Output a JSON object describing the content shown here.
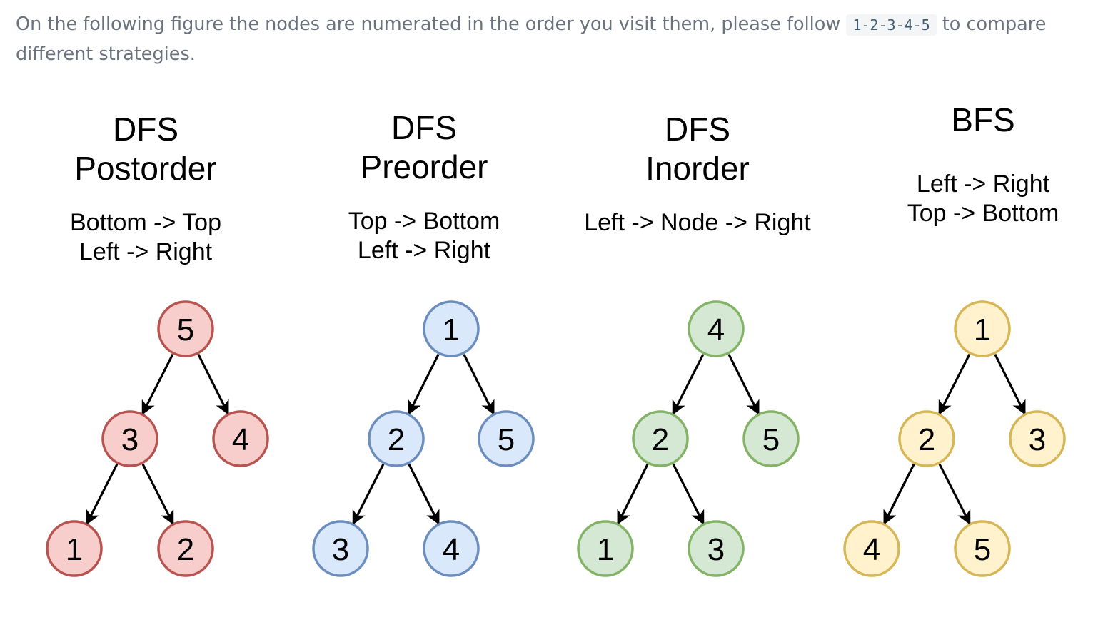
{
  "intro": {
    "before": "On the following figure the nodes are numerated in the order you visit them, please follow ",
    "code": "1-2-3-4-5",
    "after": " to compare different strategies."
  },
  "panels": [
    {
      "id": "postorder",
      "title": [
        "DFS",
        "Postorder"
      ],
      "subtitle": [
        "Bottom -> Top",
        "Left -> Right"
      ],
      "fill": "#f8cecc",
      "stroke": "#b85450",
      "labels": {
        "root": "5",
        "left": "3",
        "right": "4",
        "leftLeft": "1",
        "leftRight": "2"
      }
    },
    {
      "id": "preorder",
      "title": [
        "DFS",
        "Preorder"
      ],
      "subtitle": [
        "Top -> Bottom",
        "Left -> Right"
      ],
      "fill": "#dae8fc",
      "stroke": "#6c8ebf",
      "labels": {
        "root": "1",
        "left": "2",
        "right": "5",
        "leftLeft": "3",
        "leftRight": "4"
      }
    },
    {
      "id": "inorder",
      "title": [
        "DFS",
        "Inorder"
      ],
      "subtitle": [
        "Left -> Node -> Right"
      ],
      "fill": "#d5e8d4",
      "stroke": "#82b366",
      "labels": {
        "root": "4",
        "left": "2",
        "right": "5",
        "leftLeft": "1",
        "leftRight": "3"
      }
    },
    {
      "id": "bfs",
      "title": [
        "BFS"
      ],
      "subtitle": [
        "Left -> Right",
        "Top -> Bottom"
      ],
      "fill": "#fff2cc",
      "stroke": "#d6b656",
      "labels": {
        "root": "1",
        "left": "2",
        "right": "3",
        "leftLeft": "4",
        "leftRight": "5"
      }
    }
  ],
  "edge_color": "#000000"
}
